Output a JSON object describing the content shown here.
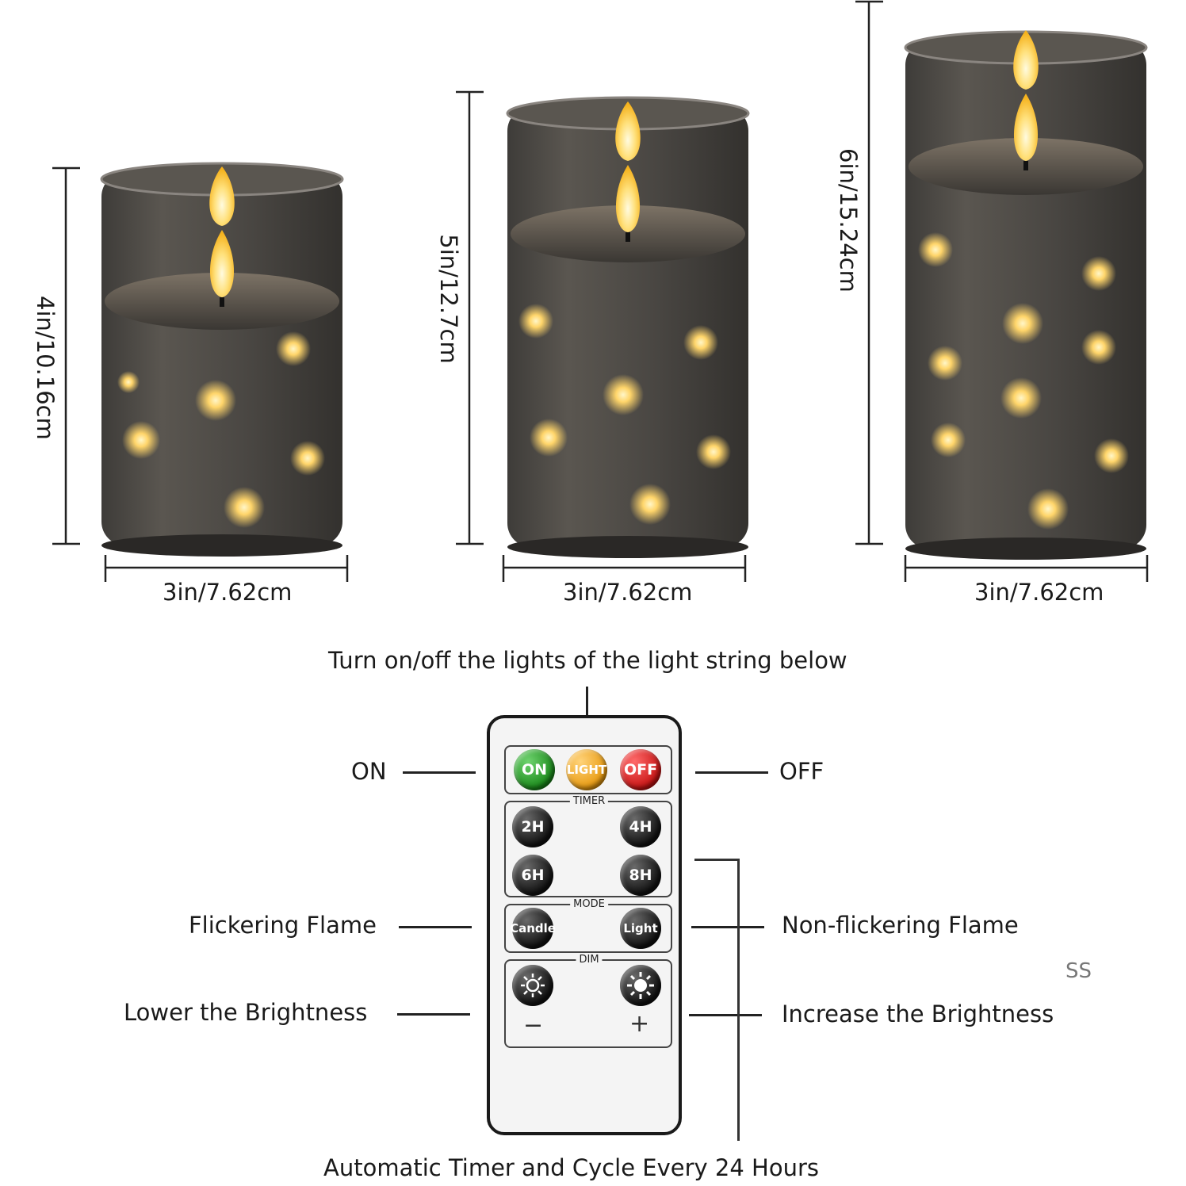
{
  "candles": [
    {
      "height_label": "4in/10.16cm",
      "width_label": "3in/7.62cm"
    },
    {
      "height_label": "5in/12.7cm",
      "width_label": "3in/7.62cm"
    },
    {
      "height_label": "6in/15.24cm",
      "width_label": "3in/7.62cm"
    }
  ],
  "remote": {
    "top_caption": "Turn on/off the lights of the light string below",
    "bottom_caption": "Automatic Timer and Cycle Every 24 Hours",
    "labels": {
      "on": "ON",
      "off": "OFF",
      "flicker": "Flickering Flame",
      "nonflicker": "Non-flickering Flame",
      "lower": "Lower the Brightness",
      "increase": "Increase the Brightness"
    },
    "buttons": {
      "on": "ON",
      "light": "LIGHT",
      "off": "OFF",
      "h2": "2H",
      "h4": "4H",
      "h6": "6H",
      "h8": "8H",
      "candle": "Candle",
      "light_mode": "Light",
      "minus": "−",
      "plus": "+"
    },
    "sections": {
      "timer": "TIMER",
      "mode": "MODE",
      "dim": "DIM"
    }
  },
  "watermark": "SS",
  "colors": {
    "glass": "#4a4845",
    "flame": "#ffd24a",
    "on_button": "#1b8a1b",
    "light_button": "#e89a10",
    "off_button": "#c81414"
  }
}
